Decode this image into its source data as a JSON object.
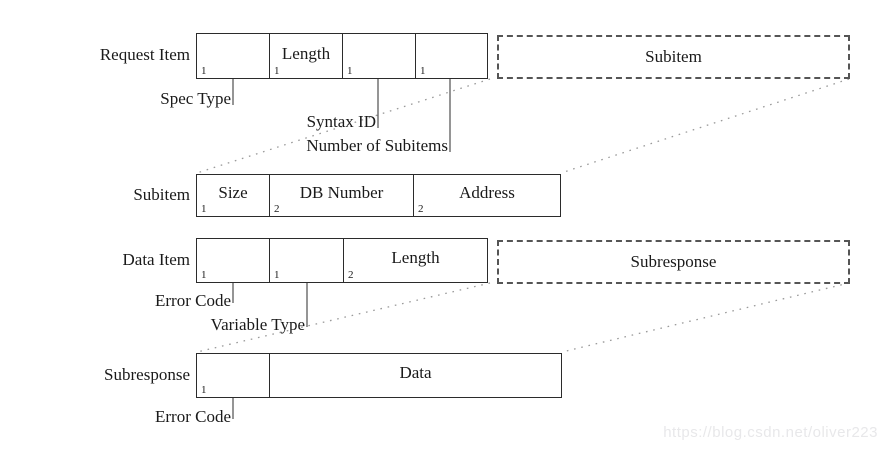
{
  "diagram": {
    "rows": {
      "request_item": {
        "label": "Request Item",
        "fields": [
          {
            "name": "",
            "bytes": "1"
          },
          {
            "name": "Length",
            "bytes": "1"
          },
          {
            "name": "",
            "bytes": "1"
          },
          {
            "name": "",
            "bytes": "1"
          }
        ],
        "placeholder": "Subitem",
        "callouts": {
          "spec_type": "Spec Type",
          "syntax_id": "Syntax ID",
          "number_of_subitems": "Number of Subitems"
        }
      },
      "subitem": {
        "label": "Subitem",
        "fields": [
          {
            "name": "Size",
            "bytes": "1"
          },
          {
            "name": "DB Number",
            "bytes": "2"
          },
          {
            "name": "Address",
            "bytes": "2"
          }
        ]
      },
      "data_item": {
        "label": "Data Item",
        "fields": [
          {
            "name": "",
            "bytes": "1"
          },
          {
            "name": "",
            "bytes": "1"
          },
          {
            "name": "Length",
            "bytes": "2"
          }
        ],
        "placeholder": "Subresponse",
        "callouts": {
          "error_code": "Error Code",
          "variable_type": "Variable Type"
        }
      },
      "subresponse": {
        "label": "Subresponse",
        "fields": [
          {
            "name": "",
            "bytes": "1"
          },
          {
            "name": "Data",
            "bytes": ""
          }
        ],
        "callouts": {
          "error_code": "Error Code"
        }
      }
    },
    "colors": {
      "box_line": "#2b2b2b",
      "dashed_line": "#555555",
      "dotted_line": "#9a9a9a",
      "watermark": "#e8e8ea"
    },
    "watermark": "https://blog.csdn.net/oliver223"
  }
}
